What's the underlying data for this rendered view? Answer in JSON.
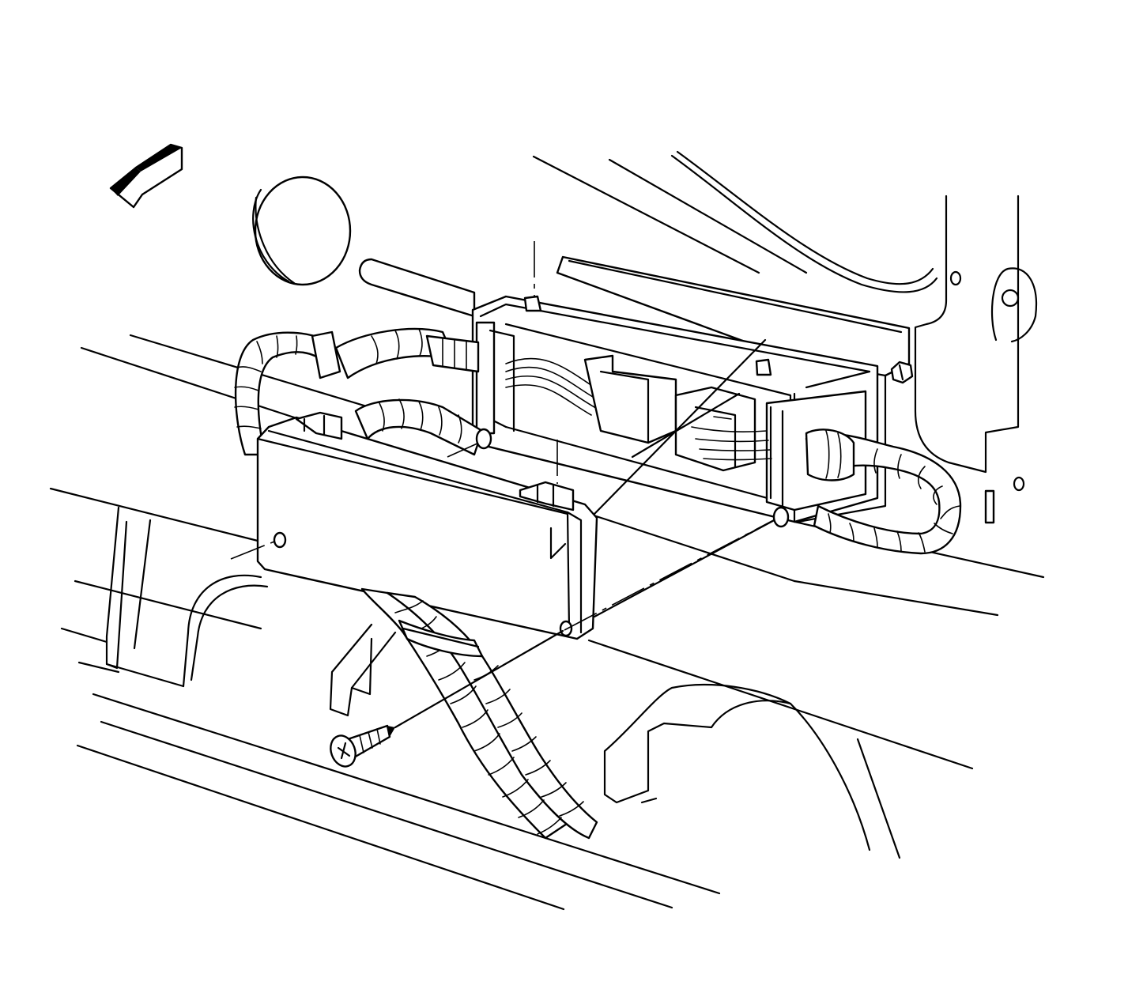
{
  "diagram": {
    "type": "exploded-view line illustration",
    "components": [
      {
        "name": "module-cover",
        "icon": "rectangular-cover"
      },
      {
        "name": "connector-housing",
        "icon": "electrical-connector"
      },
      {
        "name": "wiring-harness",
        "icon": "convoluted-conduit"
      },
      {
        "name": "mounting-screw",
        "icon": "phillips-screw"
      },
      {
        "name": "grommet-plug",
        "icon": "round-plug"
      },
      {
        "name": "direction-arrow",
        "icon": "arrow-front-left"
      }
    ],
    "colors": {
      "line": "#000000",
      "background": "#ffffff"
    }
  }
}
